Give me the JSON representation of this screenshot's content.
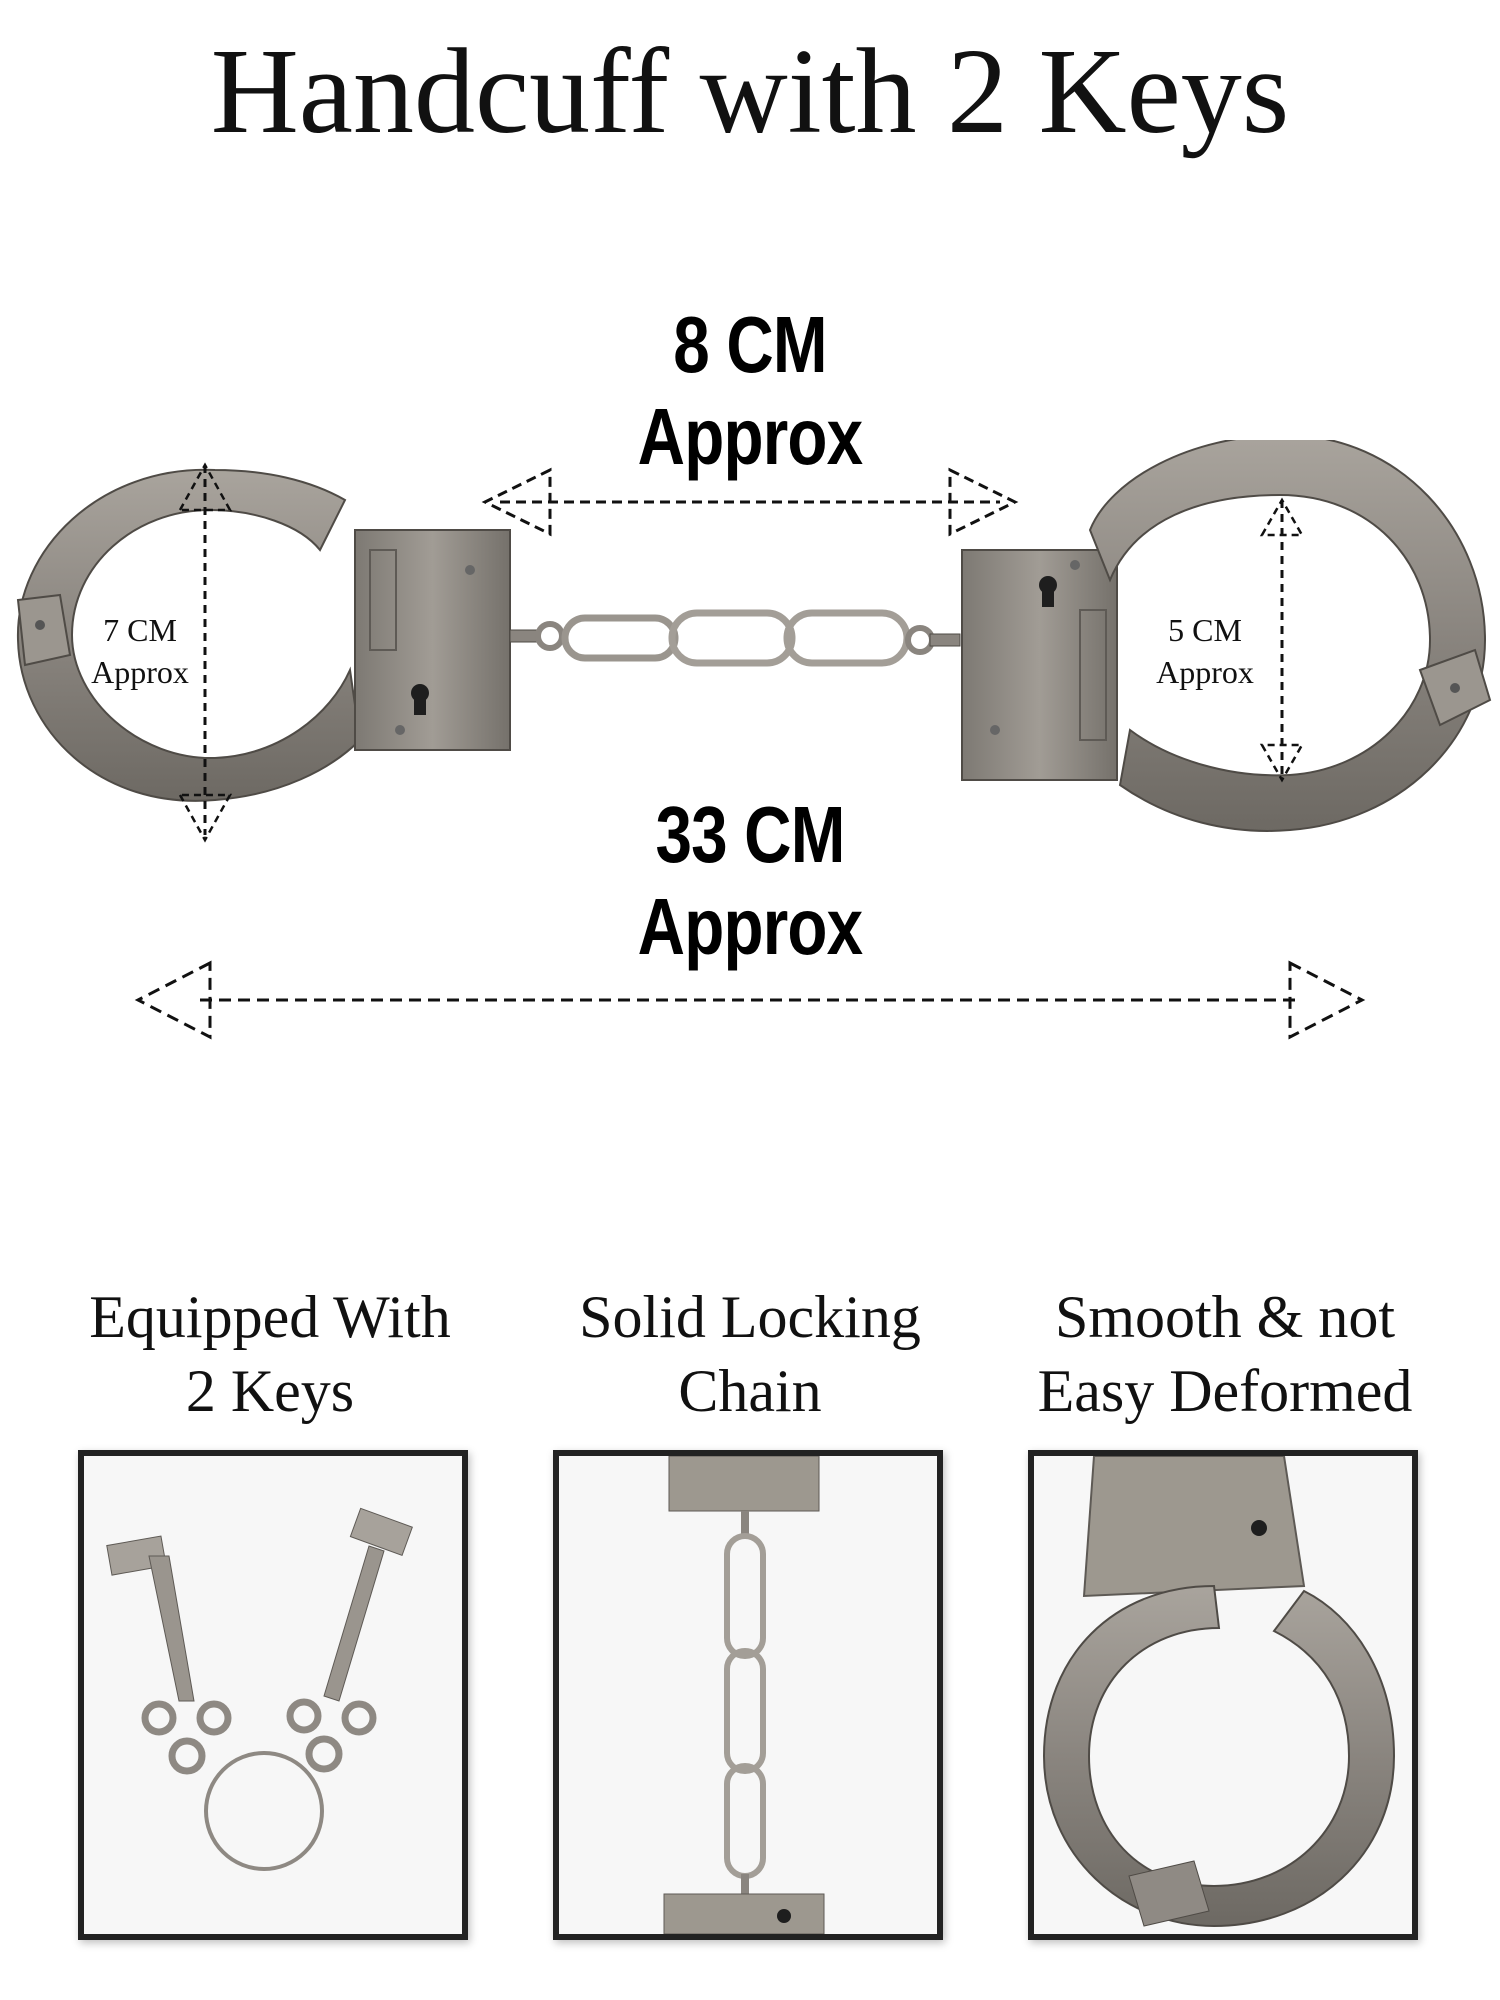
{
  "title": "Handcuff with 2 Keys",
  "dimensions": {
    "chain_length": {
      "value": "8 CM",
      "note": "Approx"
    },
    "total_length": {
      "value": "33 CM",
      "note": "Approx"
    },
    "left_cuff": {
      "value": "7 CM",
      "note": "Approx"
    },
    "right_cuff": {
      "value": "5 CM",
      "note": "Approx"
    }
  },
  "features": [
    {
      "line1": "Equipped With",
      "line2": "2 Keys",
      "icon": "keys-photo"
    },
    {
      "line1": "Solid Locking",
      "line2": "Chain",
      "icon": "chain-photo"
    },
    {
      "line1": "Smooth & not",
      "line2": "Easy Deformed",
      "icon": "cuff-closeup-photo"
    }
  ],
  "colors": {
    "metal": "#8f8a84",
    "metal_dark": "#5e5a55",
    "frame": "#222222",
    "text": "#111111"
  }
}
